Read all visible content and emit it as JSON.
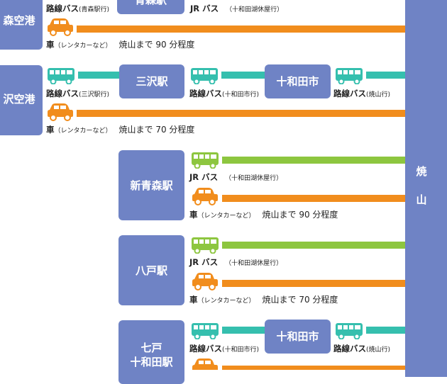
{
  "colors": {
    "station": "#6f83c5",
    "bus_route": "#35bfae",
    "car": "#f18d1d",
    "jr_bus": "#8dc63f"
  },
  "destination": {
    "label": "焼\n\n山"
  },
  "rows": [
    {
      "origin": "森空港",
      "partial_node": "青森駅",
      "bus_label": "路線バス",
      "bus_sub": "(青森駅行)",
      "jr_label": "JR バス",
      "jr_sub": "（十和田湖休屋行）",
      "car_label": "車",
      "car_sub": "（レンタカーなど）",
      "car_time": "焼山まで 90 分程度"
    },
    {
      "origin": "沢空港",
      "node1": "三沢駅",
      "node2": "十和田市",
      "bus1_label": "路線バス",
      "bus1_sub": "(三沢駅行)",
      "bus2_label": "路線バス",
      "bus2_sub": "(十和田市行)",
      "bus3_label": "路線バス",
      "bus3_sub": "(焼山行)",
      "car_label": "車",
      "car_sub": "（レンタカーなど）",
      "car_time": "焼山まで 70 分程度"
    },
    {
      "origin": "新青森駅",
      "jr_label": "JR バス",
      "jr_sub": "（十和田湖休屋行）",
      "car_label": "車",
      "car_sub": "（レンタカーなど）",
      "car_time": "焼山まで 90 分程度"
    },
    {
      "origin": "八戸駅",
      "jr_label": "JR バス",
      "jr_sub": "（十和田湖休屋行）",
      "car_label": "車",
      "car_sub": "（レンタカーなど）",
      "car_time": "焼山まで 70 分程度"
    },
    {
      "origin": "七戸\n十和田駅",
      "node": "十和田市",
      "bus1_label": "路線バス",
      "bus1_sub": "(十和田市行)",
      "bus2_label": "路線バス",
      "bus2_sub": "(焼山行)"
    }
  ]
}
